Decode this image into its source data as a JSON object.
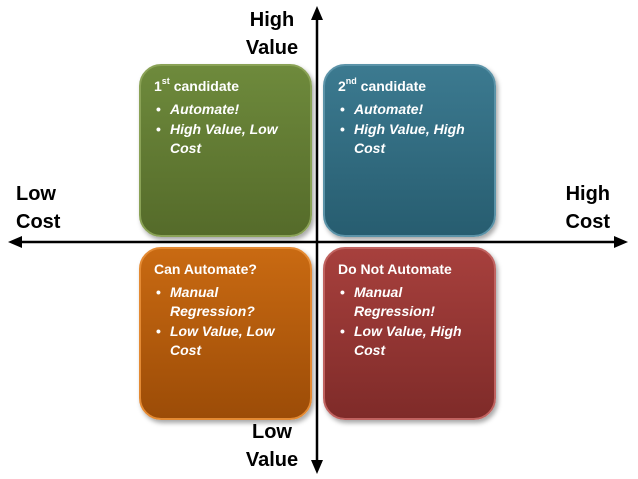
{
  "axes": {
    "y_top": [
      "High",
      "Value"
    ],
    "y_bottom": [
      "Low",
      "Value"
    ],
    "x_left": [
      "Low",
      "Cost"
    ],
    "x_right": [
      "High",
      "Cost"
    ]
  },
  "quadrants": {
    "top_left": {
      "title_number": "1",
      "title_sup": "st",
      "title_rest": " candidate",
      "bullets": [
        "Automate!",
        "High Value, Low Cost"
      ],
      "color": "#617b34"
    },
    "top_right": {
      "title_number": "2",
      "title_sup": "nd",
      "title_rest": " candidate",
      "bullets": [
        "Automate!",
        "High Value, High Cost"
      ],
      "color": "#316b80"
    },
    "bottom_left": {
      "title": "Can Automate?",
      "bullets": [
        "Manual Regression?",
        "Low Value, Low Cost"
      ],
      "color": "#b35b0d"
    },
    "bottom_right": {
      "title": "Do Not Automate",
      "bullets": [
        "Manual Regression!",
        "Low Value, High Cost"
      ],
      "color": "#933533"
    }
  }
}
